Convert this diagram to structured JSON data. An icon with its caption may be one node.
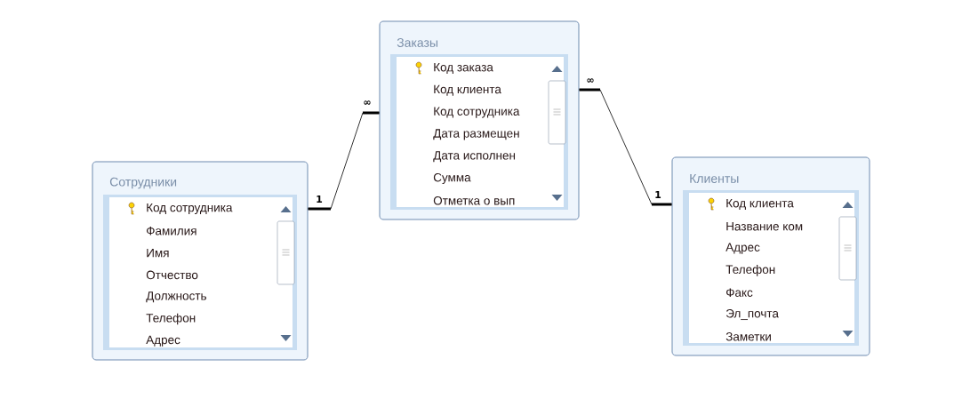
{
  "diagram": {
    "nodes": [
      {
        "text": [
          "Сотрудники",
          "Код сотрудника",
          "Фамилия",
          "Имя",
          "Отчество",
          "Должность",
          "Телефон",
          "Адрес"
        ]
      },
      {
        "text": [
          "Заказы",
          "Код заказа",
          "Код клиента",
          "Код сотрудника",
          "Дата размещен",
          "Дата исполнен",
          "Сумма",
          "Отметка о вып"
        ]
      },
      {
        "text": [
          "Клиенты",
          "Код клиента",
          "Название ком",
          "Адрес",
          "Телефон",
          "Факс",
          "Эл_почта",
          "Заметки"
        ]
      }
    ],
    "edges": [
      {
        "from": 0,
        "to": 1,
        "arrow": "none"
      },
      {
        "from": 2,
        "to": 1,
        "arrow": "none"
      }
    ],
    "labels": [
      "1",
      "∞",
      "∞",
      "1"
    ]
  }
}
